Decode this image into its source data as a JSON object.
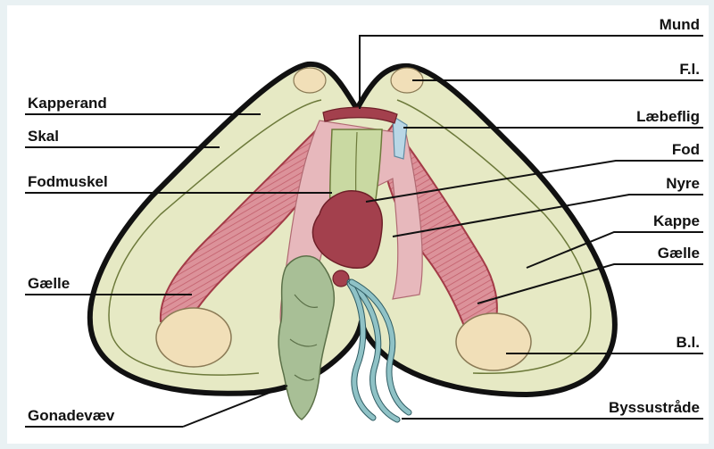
{
  "labels": {
    "left": {
      "kapperand": "Kapperand",
      "skal": "Skal",
      "fodmuskel": "Fodmuskel",
      "gaelle": "Gælle",
      "gonadevaev": "Gonadevæv"
    },
    "right": {
      "mund": "Mund",
      "fl": "F.l.",
      "laebeflig": "Læbeflig",
      "fod": "Fod",
      "nyre": "Nyre",
      "kappe": "Kappe",
      "gaelle": "Gælle",
      "bl": "B.l.",
      "byssustraade": "Byssustråde"
    }
  },
  "colors": {
    "background": "#e9f1f3",
    "shell_fill": "#e6e9c4",
    "outline": "#111111",
    "muscle_red": "#d98c94",
    "muscle_stripe": "#c25e6b",
    "foot_red": "#a3404d",
    "foot_green": "#c9d9a2",
    "adductor": "#f1dfb8",
    "gonad_green": "#a8bf96",
    "byssus_blue": "#8fc2c6"
  }
}
